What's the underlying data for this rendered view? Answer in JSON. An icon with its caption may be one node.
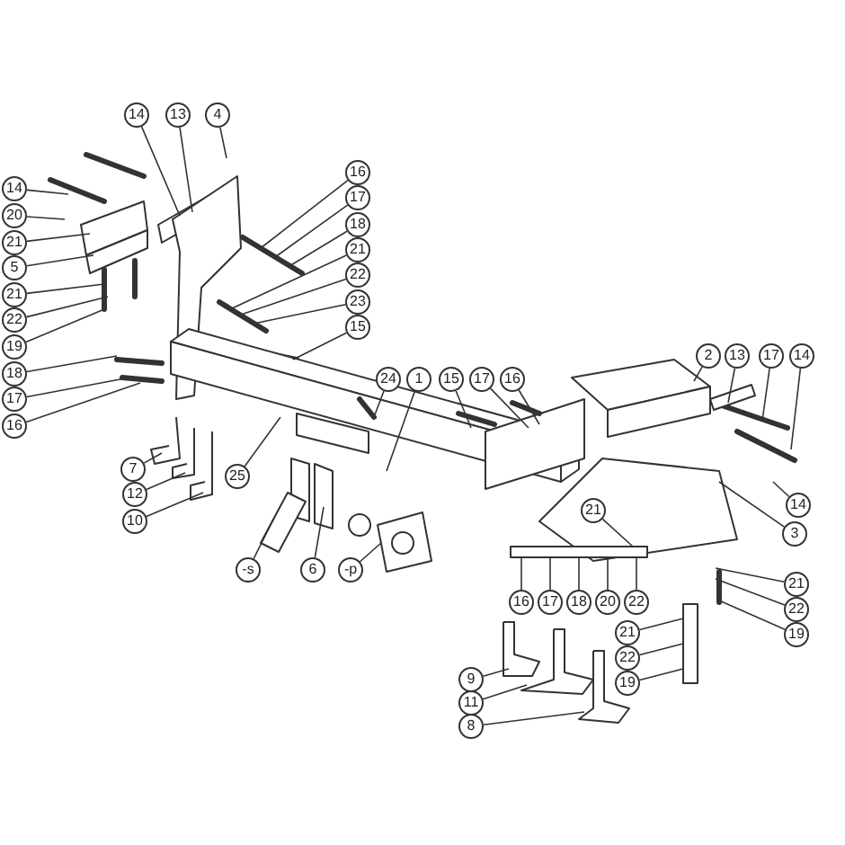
{
  "diagram": {
    "nodes": [
      {
        "text": [
          "14"
        ]
      },
      {
        "text": [
          "13"
        ]
      },
      {
        "text": [
          "4"
        ]
      },
      {
        "text": [
          "14"
        ]
      },
      {
        "text": [
          "20"
        ]
      },
      {
        "text": [
          "21"
        ]
      },
      {
        "text": [
          "5"
        ]
      },
      {
        "text": [
          "21"
        ]
      },
      {
        "text": [
          "22"
        ]
      },
      {
        "text": [
          "19"
        ]
      },
      {
        "text": [
          "18"
        ]
      },
      {
        "text": [
          "17"
        ]
      },
      {
        "text": [
          "16"
        ]
      },
      {
        "text": [
          "16"
        ]
      },
      {
        "text": [
          "17"
        ]
      },
      {
        "text": [
          "18"
        ]
      },
      {
        "text": [
          "21"
        ]
      },
      {
        "text": [
          "22"
        ]
      },
      {
        "text": [
          "23"
        ]
      },
      {
        "text": [
          "15"
        ]
      },
      {
        "text": [
          "24"
        ]
      },
      {
        "text": [
          "1"
        ]
      },
      {
        "text": [
          "15"
        ]
      },
      {
        "text": [
          "17"
        ]
      },
      {
        "text": [
          "16"
        ]
      },
      {
        "text": [
          "2"
        ]
      },
      {
        "text": [
          "13"
        ]
      },
      {
        "text": [
          "17"
        ]
      },
      {
        "text": [
          "14"
        ]
      },
      {
        "text": [
          "7"
        ]
      },
      {
        "text": [
          "12"
        ]
      },
      {
        "text": [
          "10"
        ]
      },
      {
        "text": [
          "25"
        ]
      },
      {
        "text": [
          "14"
        ]
      },
      {
        "text": [
          "3"
        ]
      },
      {
        "text": [
          "-s"
        ]
      },
      {
        "text": [
          "6"
        ]
      },
      {
        "text": [
          "-p"
        ]
      },
      {
        "text": [
          "16"
        ]
      },
      {
        "text": [
          "17"
        ]
      },
      {
        "text": [
          "21"
        ]
      },
      {
        "text": [
          "22"
        ]
      },
      {
        "text": [
          "18"
        ]
      },
      {
        "text": [
          "20"
        ]
      },
      {
        "text": [
          "21"
        ]
      },
      {
        "text": [
          "22"
        ]
      },
      {
        "text": [
          "19"
        ]
      },
      {
        "text": [
          "21"
        ]
      },
      {
        "text": [
          "22"
        ]
      },
      {
        "text": [
          "19"
        ]
      },
      {
        "text": [
          "9"
        ]
      },
      {
        "text": [
          "11"
        ]
      },
      {
        "text": [
          "8"
        ]
      }
    ],
    "edges": [
      {
        "from": 0,
        "to": null,
        "arrow": "none"
      },
      {
        "from": 1,
        "to": null,
        "arrow": "none"
      },
      {
        "from": 2,
        "to": null,
        "arrow": "none"
      },
      {
        "from": 3,
        "to": null,
        "arrow": "none"
      },
      {
        "from": 4,
        "to": null,
        "arrow": "none"
      },
      {
        "from": 5,
        "to": null,
        "arrow": "none"
      },
      {
        "from": 6,
        "to": null,
        "arrow": "none"
      },
      {
        "from": 7,
        "to": null,
        "arrow": "none"
      },
      {
        "from": 8,
        "to": null,
        "arrow": "none"
      },
      {
        "from": 9,
        "to": null,
        "arrow": "none"
      },
      {
        "from": 10,
        "to": null,
        "arrow": "none"
      },
      {
        "from": 11,
        "to": null,
        "arrow": "none"
      },
      {
        "from": 12,
        "to": null,
        "arrow": "none"
      },
      {
        "from": 13,
        "to": null,
        "arrow": "none"
      },
      {
        "from": 14,
        "to": null,
        "arrow": "none"
      },
      {
        "from": 15,
        "to": null,
        "arrow": "none"
      },
      {
        "from": 16,
        "to": null,
        "arrow": "none"
      },
      {
        "from": 17,
        "to": null,
        "arrow": "none"
      },
      {
        "from": 18,
        "to": null,
        "arrow": "none"
      },
      {
        "from": 19,
        "to": null,
        "arrow": "none"
      },
      {
        "from": 20,
        "to": null,
        "arrow": "none"
      },
      {
        "from": 21,
        "to": null,
        "arrow": "none"
      },
      {
        "from": 22,
        "to": null,
        "arrow": "none"
      },
      {
        "from": 23,
        "to": null,
        "arrow": "none"
      },
      {
        "from": 24,
        "to": null,
        "arrow": "none"
      },
      {
        "from": 25,
        "to": null,
        "arrow": "none"
      },
      {
        "from": 26,
        "to": null,
        "arrow": "none"
      },
      {
        "from": 27,
        "to": null,
        "arrow": "none"
      },
      {
        "from": 28,
        "to": null,
        "arrow": "none"
      },
      {
        "from": 29,
        "to": null,
        "arrow": "none"
      },
      {
        "from": 30,
        "to": null,
        "arrow": "none"
      },
      {
        "from": 31,
        "to": null,
        "arrow": "none"
      },
      {
        "from": 32,
        "to": null,
        "arrow": "none"
      },
      {
        "from": 33,
        "to": null,
        "arrow": "none"
      },
      {
        "from": 34,
        "to": null,
        "arrow": "none"
      },
      {
        "from": 35,
        "to": null,
        "arrow": "none"
      },
      {
        "from": 36,
        "to": null,
        "arrow": "none"
      },
      {
        "from": 37,
        "to": null,
        "arrow": "none"
      },
      {
        "from": 38,
        "to": null,
        "arrow": "none"
      },
      {
        "from": 39,
        "to": null,
        "arrow": "none"
      },
      {
        "from": 40,
        "to": null,
        "arrow": "none"
      },
      {
        "from": 41,
        "to": null,
        "arrow": "none"
      },
      {
        "from": 42,
        "to": null,
        "arrow": "none"
      },
      {
        "from": 43,
        "to": null,
        "arrow": "none"
      },
      {
        "from": 44,
        "to": null,
        "arrow": "none"
      },
      {
        "from": 45,
        "to": null,
        "arrow": "none"
      },
      {
        "from": 46,
        "to": null,
        "arrow": "none"
      },
      {
        "from": 47,
        "to": null,
        "arrow": "none"
      },
      {
        "from": 48,
        "to": null,
        "arrow": "none"
      },
      {
        "from": 49,
        "to": null,
        "arrow": "none"
      },
      {
        "from": 50,
        "to": null,
        "arrow": "none"
      },
      {
        "from": 51,
        "to": null,
        "arrow": "none"
      },
      {
        "from": 52,
        "to": null,
        "arrow": "none"
      }
    ]
  }
}
